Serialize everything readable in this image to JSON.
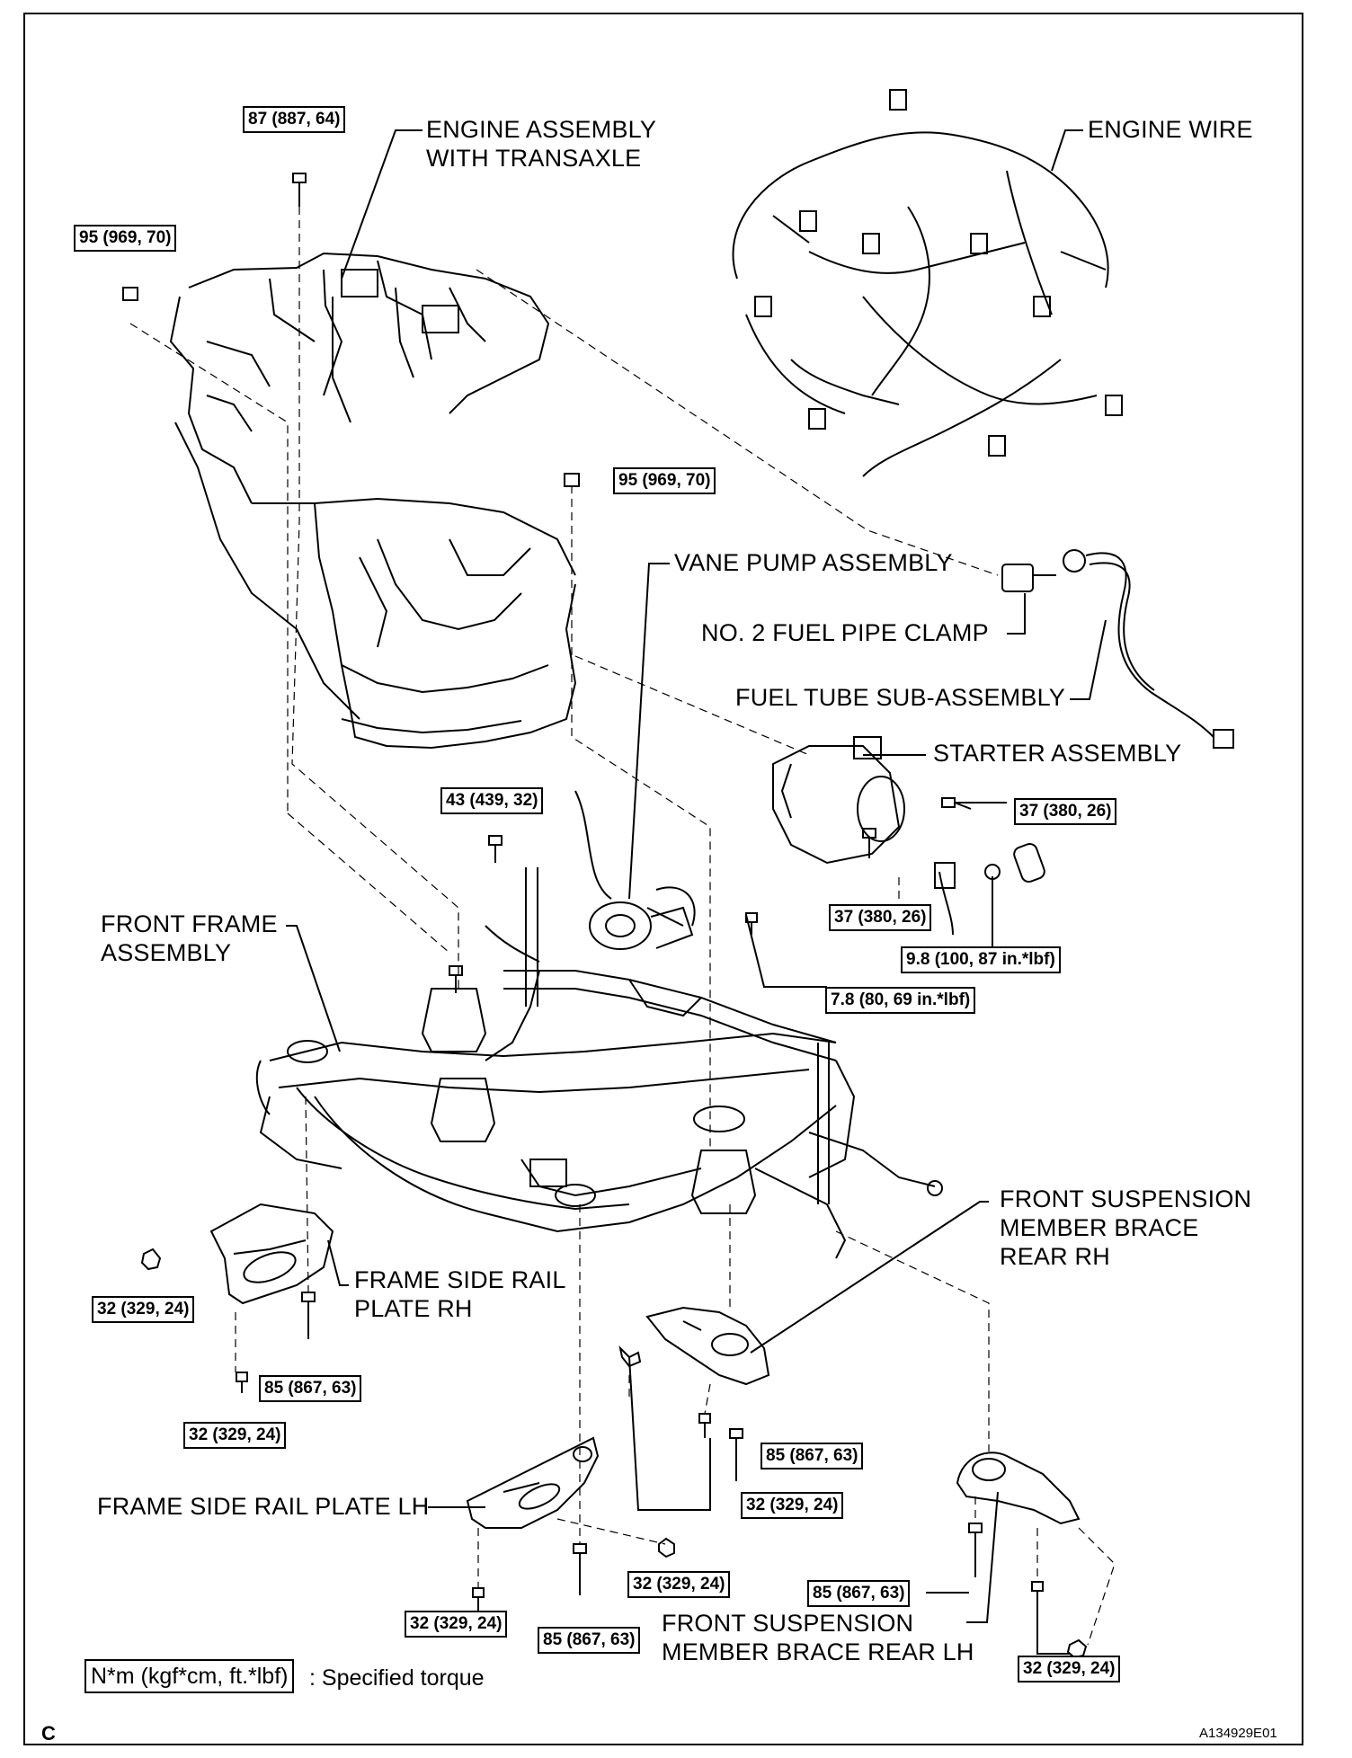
{
  "labels": {
    "engine_assembly": "ENGINE ASSEMBLY\nWITH TRANSAXLE",
    "engine_wire": "ENGINE WIRE",
    "vane_pump": "VANE PUMP ASSEMBLY",
    "fuel_pipe_clamp": "NO. 2 FUEL PIPE CLAMP",
    "fuel_tube": "FUEL TUBE SUB-ASSEMBLY",
    "starter": "STARTER ASSEMBLY",
    "front_frame": "FRONT FRAME\nASSEMBLY",
    "frame_side_rail_rh": "FRAME SIDE RAIL\nPLATE RH",
    "front_susp_brace_rh": "FRONT SUSPENSION\nMEMBER BRACE\nREAR RH",
    "frame_side_rail_lh": "FRAME SIDE RAIL PLATE LH",
    "front_susp_brace_lh": "FRONT SUSPENSION\nMEMBER BRACE REAR LH"
  },
  "torques": {
    "t87_887_64": "87 (887, 64)",
    "t95_969_70": "95 (969, 70)",
    "t85_867_63": "85 (867, 63)",
    "t43_439_32": "43 (439, 32)",
    "t37_380_26": "37 (380, 26)",
    "t32_329_24": "32 (329, 24)",
    "t7_8_80_69": "7.8 (80, 69 in.*lbf)",
    "t9_8_100_87": "9.8 (100, 87 in.*lbf)"
  },
  "legend": {
    "unit": "N*m (kgf*cm, ft.*lbf)",
    "text": ": Specified torque"
  },
  "corner_letter": "C",
  "figure_code": "A134929E01"
}
